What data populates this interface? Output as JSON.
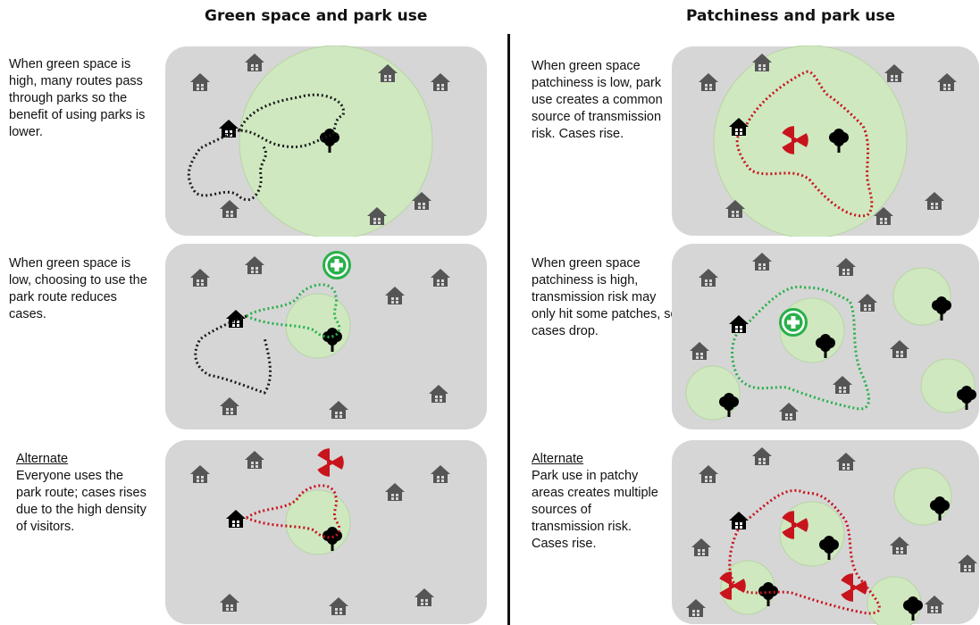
{
  "left": {
    "title": "Green space and park use",
    "rows": [
      {
        "heading": "",
        "text": "When green space is high, many routes pass through parks so the benefit of using parks is lower."
      },
      {
        "heading": "",
        "text": "When green space is low, choosing to use the park route reduces cases."
      },
      {
        "heading": "Alternate",
        "text": "Everyone uses the park route; cases rises due to the high density of visitors."
      }
    ]
  },
  "right": {
    "title": "Patchiness and park use",
    "rows": [
      {
        "heading": "",
        "text": "When green space patchiness is low, park use creates a common source of transmission risk. Cases rise."
      },
      {
        "heading": "",
        "text": "When green space patchiness is high, transmission risk may only hit some patches, so cases drop."
      },
      {
        "heading": "Alternate",
        "text": "Park use in patchy areas creates multiple sources of transmission risk. Cases rise."
      }
    ]
  },
  "colors": {
    "panel_bg": "#d6d6d6",
    "park_fill": "#cfe8c0",
    "park_stroke": "#b7d4a5",
    "route_black": "#1a1a1a",
    "route_green": "#28b04a",
    "route_red": "#c8141c",
    "benefit_green": "#28b04a",
    "hazard_red": "#c8141c",
    "house_gray": "#555555"
  },
  "icons": [
    "house-icon",
    "home-origin-icon",
    "tree-icon",
    "plus-icon",
    "radiation-icon"
  ]
}
